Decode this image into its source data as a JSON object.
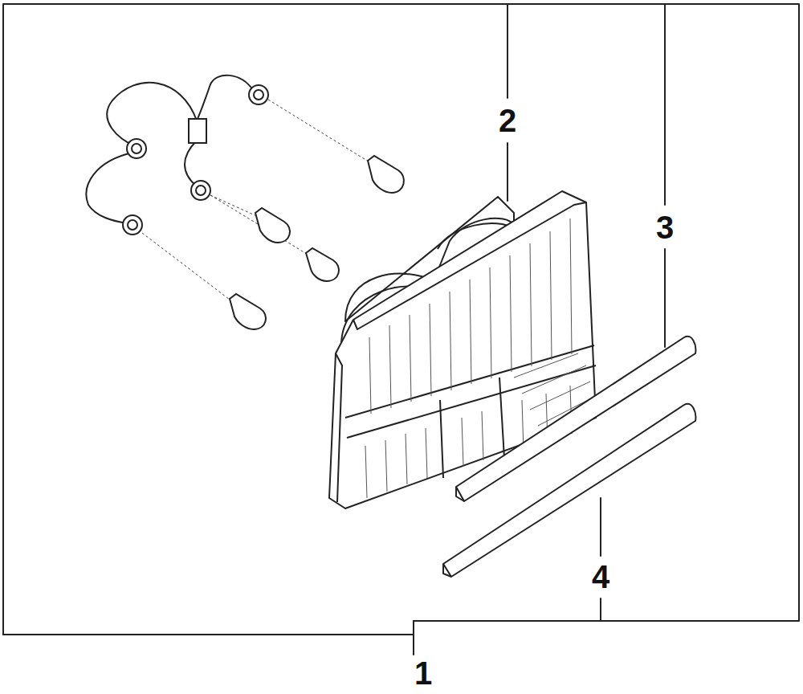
{
  "diagram": {
    "labels": [
      "2",
      "3",
      "4",
      "1"
    ]
  }
}
